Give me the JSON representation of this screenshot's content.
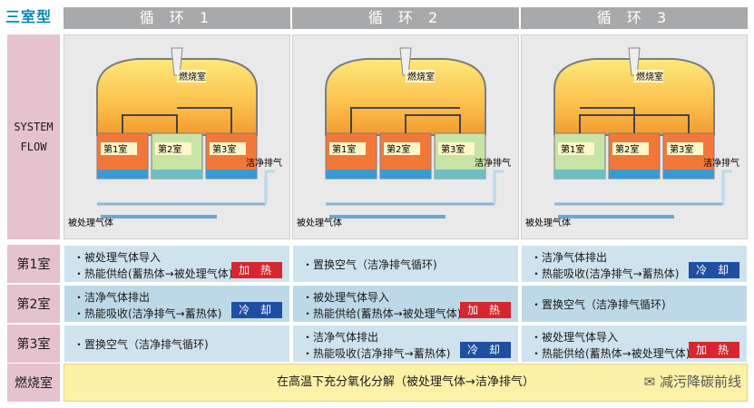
{
  "title": "三室型",
  "cycles": [
    "循 环 1",
    "循 环 2",
    "循 环 3"
  ],
  "system_flow_label": "SYSTEM\nFLOW",
  "diagram": {
    "combustion_label": "燃烧室",
    "chambers": [
      "第1室",
      "第2室",
      "第3室"
    ],
    "clean_exhaust_label": "洁净排气",
    "feed_gas_label": "被处理气体"
  },
  "rows": [
    {
      "label": "第1室",
      "cells": [
        {
          "lines": [
            "・被处理气体导入",
            "・热能供给(蓄热体→被处理气体)"
          ],
          "tag": "加 热"
        },
        {
          "lines": [
            "・置换空气（洁净排气循环)"
          ],
          "tag": ""
        },
        {
          "lines": [
            "・洁净气体排出",
            "・热能吸收(洁净排气→蓄热体)"
          ],
          "tag": "冷 却"
        }
      ]
    },
    {
      "label": "第2室",
      "cells": [
        {
          "lines": [
            "・洁净气体排出",
            "・热能吸收(洁净排气→蓄热体)"
          ],
          "tag": "冷 却"
        },
        {
          "lines": [
            "・被处理气体导入",
            "・热能供给(蓄热体→被处理气体)"
          ],
          "tag": "加 热"
        },
        {
          "lines": [
            "・置换空气（洁净排气循环)"
          ],
          "tag": ""
        }
      ]
    },
    {
      "label": "第3室",
      "cells": [
        {
          "lines": [
            "・置换空气（洁净排气循环)"
          ],
          "tag": ""
        },
        {
          "lines": [
            "・洁净气体排出",
            "・热能吸收(洁净排气→蓄热体)"
          ],
          "tag": "冷 却"
        },
        {
          "lines": [
            "・被处理气体导入",
            "・热能供给(蓄热体→被处理气体)"
          ],
          "tag": "加 热"
        }
      ]
    }
  ],
  "burn_row": {
    "label": "燃烧室",
    "text": "在高温下充分氧化分解（被处理气体→洁净排气）"
  },
  "watermark": "减污降碳前线",
  "colors": {
    "heat": "#d8262e",
    "cool": "#1f4fa3",
    "row_header": "#e6c2ce",
    "cell": "#cfe3ee",
    "burn_bg": "#fbf2a8",
    "accent": "#0a86b8"
  }
}
